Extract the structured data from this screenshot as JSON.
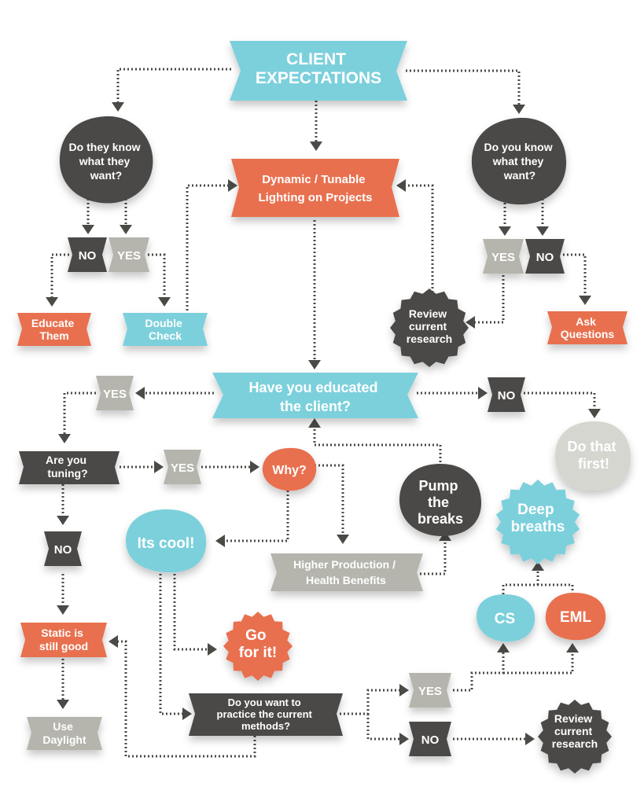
{
  "colors": {
    "teal": "#7cd0dc",
    "coral": "#e8704f",
    "charcoal": "#4b4a46",
    "gray": "#b5b5ad",
    "gray_light": "#d6d6d1",
    "connector": "#4a4a47"
  },
  "nodes": {
    "client_expectations": [
      "CLIENT",
      "EXPECTATIONS"
    ],
    "dynamic_lighting": [
      "Dynamic / Tunable",
      "Lighting on Projects"
    ],
    "q_they_know": [
      "Do they know",
      "what they",
      "want?"
    ],
    "q_you_know": [
      "Do you know",
      "what they",
      "want?"
    ],
    "left_no": "NO",
    "left_yes": "YES",
    "educate_them": [
      "Educate",
      "Them"
    ],
    "double_check": [
      "Double",
      "Check"
    ],
    "right_yes": "YES",
    "right_no": "NO",
    "review_research_top": [
      "Review",
      "current",
      "research"
    ],
    "ask_questions": [
      "Ask",
      "Questions"
    ],
    "educated_client": [
      "Have you educated",
      "the client?"
    ],
    "educated_yes": "YES",
    "educated_no": "NO",
    "do_that_first": [
      "Do that",
      "first!"
    ],
    "are_you_tuning": [
      "Are you",
      "tuning?"
    ],
    "tuning_yes": "YES",
    "why": "Why?",
    "pump_breaks": [
      "Pump",
      "the",
      "breaks"
    ],
    "deep_breaths": [
      "Deep",
      "breaths"
    ],
    "tuning_no": "NO",
    "its_cool": "Its cool!",
    "higher_production": [
      "Higher Production /",
      "Health Benefits"
    ],
    "cs": "CS",
    "eml": "EML",
    "static_good": [
      "Static is",
      "still good"
    ],
    "go_for_it": [
      "Go",
      "for it!"
    ],
    "use_daylight": [
      "Use",
      "Daylight"
    ],
    "practice_methods": [
      "Do you want to",
      "practice the current",
      "methods?"
    ],
    "practice_yes": "YES",
    "practice_no": "NO",
    "review_research_bottom": [
      "Review",
      "current",
      "research"
    ]
  }
}
